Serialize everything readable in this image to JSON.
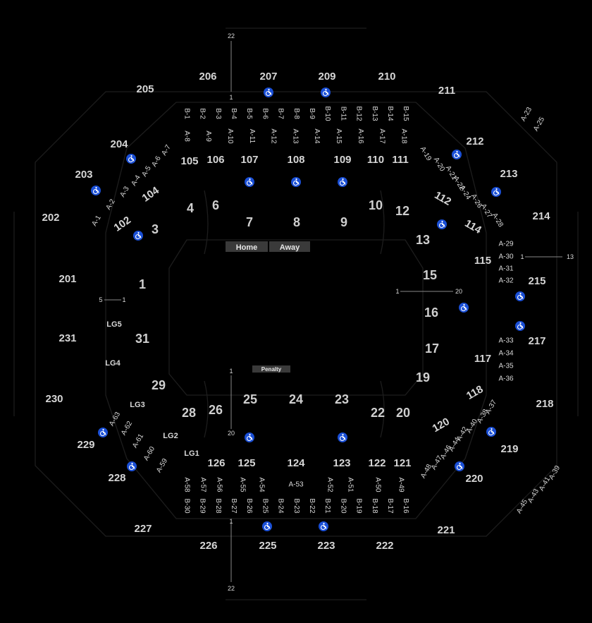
{
  "map": {
    "bars": {
      "home": "Home",
      "away": "Away",
      "penalty": "Penalty"
    },
    "lower_bowl": [
      "1",
      "3",
      "4",
      "6",
      "7",
      "8",
      "9",
      "10",
      "12",
      "13",
      "15",
      "16",
      "17",
      "19",
      "20",
      "22",
      "23",
      "24",
      "25",
      "26",
      "28",
      "29",
      "31"
    ],
    "suites": [
      "102",
      "104",
      "105",
      "106",
      "107",
      "108",
      "109",
      "110",
      "111",
      "112",
      "114",
      "115",
      "117",
      "118",
      "120",
      "121",
      "122",
      "123",
      "124",
      "125",
      "126"
    ],
    "upper_bowl": [
      "201",
      "202",
      "203",
      "204",
      "205",
      "206",
      "207",
      "209",
      "210",
      "211",
      "212",
      "213",
      "214",
      "215",
      "217",
      "218",
      "219",
      "220",
      "221",
      "222",
      "223",
      "225",
      "226",
      "227",
      "228",
      "229",
      "230",
      "231"
    ],
    "b_top": [
      "B-1",
      "B-2",
      "B-3",
      "B-4",
      "B-5",
      "B-6",
      "B-7",
      "B-8",
      "B-9",
      "B-10",
      "B-11",
      "B-12",
      "B-13",
      "B-14",
      "B-15"
    ],
    "a_top": [
      "A-8",
      "A-9",
      "A-10",
      "A-11",
      "A-12",
      "A-13",
      "A-14",
      "A-15",
      "A-16",
      "A-17",
      "A-18"
    ],
    "b_bottom": [
      "B-30",
      "B-29",
      "B-28",
      "B-27",
      "B-26",
      "B-25",
      "B-24",
      "B-23",
      "B-22",
      "B-21",
      "B-20",
      "B-19",
      "B-18",
      "B-17",
      "B-16"
    ],
    "a_bottom": [
      "A-58",
      "A-57",
      "A-56",
      "A-55",
      "A-54",
      "A-52",
      "A-51",
      "A-50",
      "A-49"
    ],
    "a_53": "A-53",
    "a_topleft": [
      "A-7",
      "A-6",
      "A-5",
      "A-4",
      "A-3",
      "A-2",
      "A-1"
    ],
    "a_topright": [
      "A-19",
      "A-20",
      "A-21",
      "A-22",
      "A-24",
      "A-26",
      "A-27",
      "A-28"
    ],
    "a_farright": [
      "A-23",
      "A-25"
    ],
    "a_right_upper": [
      "A-29",
      "A-30",
      "A-31",
      "A-32"
    ],
    "a_right_lower": [
      "A-33",
      "A-34",
      "A-35",
      "A-36"
    ],
    "a_bottomright": [
      "A-37",
      "A-38",
      "A-40",
      "A-42",
      "A-44",
      "A-46",
      "A-47",
      "A-48"
    ],
    "a_farbottomright": [
      "A-39",
      "A-41",
      "A-43",
      "A-45"
    ],
    "a_bottomleft": [
      "A-63",
      "A-62",
      "A-61",
      "A-60",
      "A-59"
    ],
    "loge": [
      "LG1",
      "LG2",
      "LG3",
      "LG4",
      "LG5"
    ],
    "row_markers": {
      "top_22": "22",
      "top_1": "1",
      "bottom_1": "1",
      "bottom_22": "22",
      "left_5": "5",
      "left_1": "1",
      "right_1": "1",
      "right_20": "20",
      "farright_1": "1",
      "farright_13": "13",
      "center_1": "1",
      "center_20": "20"
    },
    "accessible_icon": "wheelchair-icon",
    "colors": {
      "background": "#000000",
      "accessible": "#1a4fd6",
      "text": "#d6d6d6",
      "bar": "#3a3a3a"
    }
  }
}
